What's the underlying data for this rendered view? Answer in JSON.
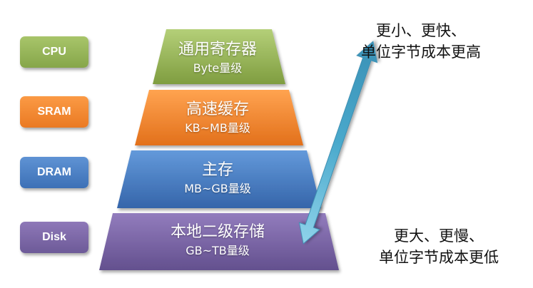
{
  "side_labels": [
    "CPU",
    "SRAM",
    "DRAM",
    "Disk"
  ],
  "tiers": [
    {
      "name": "通用寄存器",
      "size": "Byte量级"
    },
    {
      "name": "高速缓存",
      "size": "KB~MB量级"
    },
    {
      "name": "主存",
      "size": "MB~GB量级"
    },
    {
      "name": "本地二级存储",
      "size": "GB~TB量级"
    }
  ],
  "notes": {
    "top": [
      "更小、更快、",
      "单位字节成本更高"
    ],
    "bottom": [
      "更大、更慢、",
      "单位字节成本更低"
    ]
  },
  "colors": {
    "cpu": "#9bb85c",
    "sram": "#f28a32",
    "dram": "#4a7fc4",
    "disk": "#7c67a8",
    "arrow": "#5fb8d6"
  }
}
